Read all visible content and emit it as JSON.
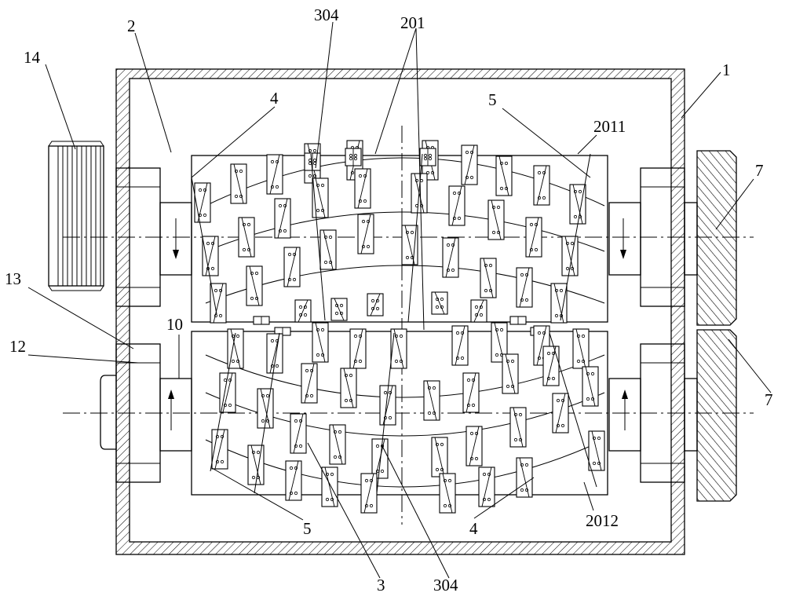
{
  "callouts": [
    {
      "id": "c14",
      "text": "14"
    },
    {
      "id": "c2",
      "text": "2"
    },
    {
      "id": "c304a",
      "text": "304"
    },
    {
      "id": "c201",
      "text": "201"
    },
    {
      "id": "c1",
      "text": "1"
    },
    {
      "id": "c4a",
      "text": "4"
    },
    {
      "id": "c5a",
      "text": "5"
    },
    {
      "id": "c2011",
      "text": "2011"
    },
    {
      "id": "c7a",
      "text": "7"
    },
    {
      "id": "c13",
      "text": "13"
    },
    {
      "id": "c12",
      "text": "12"
    },
    {
      "id": "c10",
      "text": "10"
    },
    {
      "id": "c7b",
      "text": "7"
    },
    {
      "id": "c5b",
      "text": "5"
    },
    {
      "id": "c4b",
      "text": "4"
    },
    {
      "id": "c2012",
      "text": "2012"
    },
    {
      "id": "c3",
      "text": "3"
    },
    {
      "id": "c304b",
      "text": "304"
    }
  ]
}
